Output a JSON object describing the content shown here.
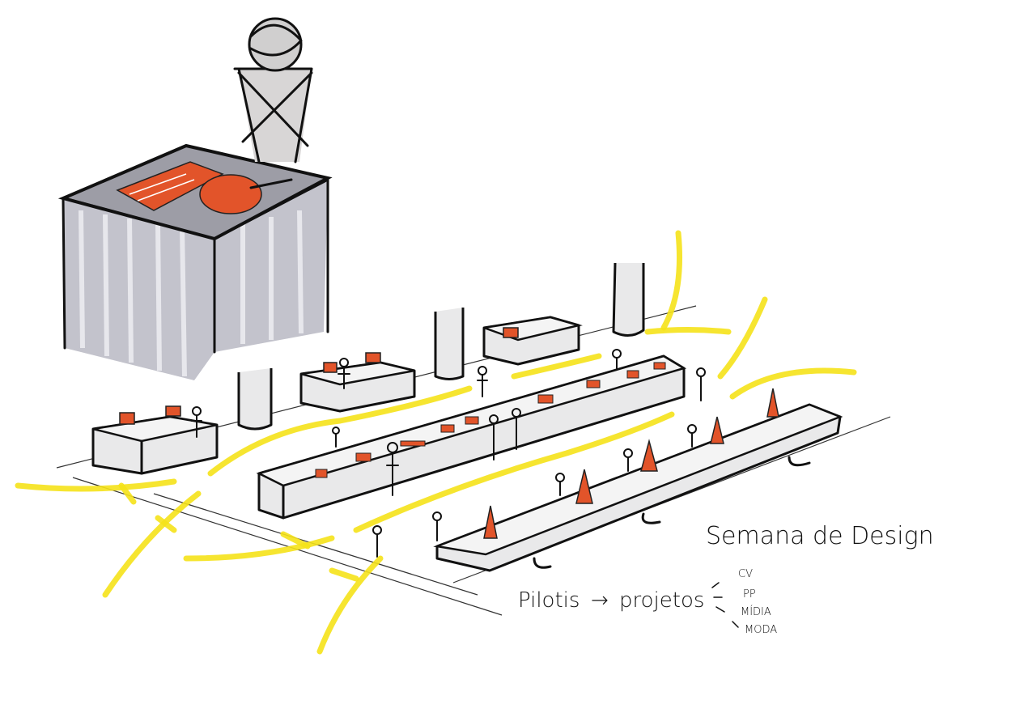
{
  "title": "Semana de Design",
  "note": {
    "left": "Pilotis",
    "arrow": "→",
    "right": "projetos",
    "items": [
      "CV",
      "PP",
      "MÍDIA",
      "MODA"
    ]
  },
  "colors": {
    "accent": "#e2542a",
    "highlight": "#f5e21a",
    "ink": "#111111",
    "drape": "#b9b9c4"
  }
}
